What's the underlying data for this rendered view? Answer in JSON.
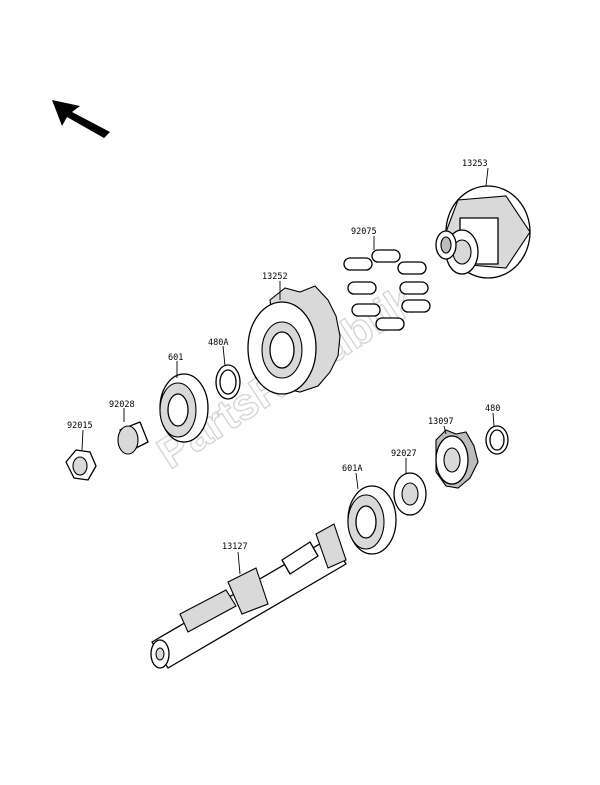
{
  "watermark": "PartsRepublik",
  "direction_indicator": "arrow-up-left-icon",
  "parts": [
    {
      "id": "13253"
    },
    {
      "id": "92075"
    },
    {
      "id": "13252"
    },
    {
      "id": "480A"
    },
    {
      "id": "601"
    },
    {
      "id": "92028"
    },
    {
      "id": "92015"
    },
    {
      "id": "480"
    },
    {
      "id": "13097"
    },
    {
      "id": "92027"
    },
    {
      "id": "601A"
    },
    {
      "id": "13127"
    }
  ]
}
